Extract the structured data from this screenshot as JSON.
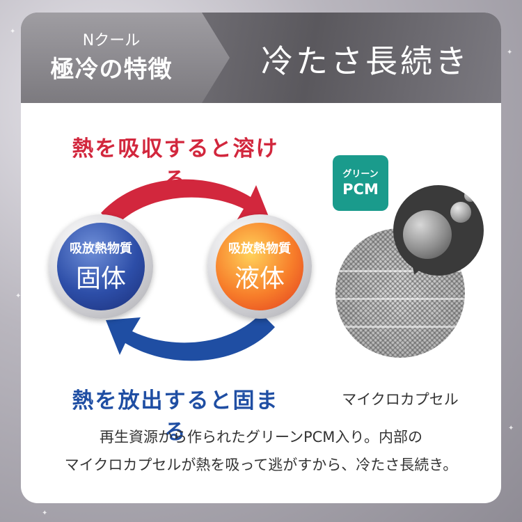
{
  "banner": {
    "subtitle": "Nクール",
    "label": "極冷の特徴",
    "title": "冷たさ長続き"
  },
  "cycle": {
    "top_heading": "熱を吸収すると溶ける",
    "bottom_heading": "熱を放出すると固まる",
    "left_orb": {
      "label": "吸放熱物質",
      "state": "固体"
    },
    "right_orb": {
      "label": "吸放熱物質",
      "state": "液体"
    }
  },
  "pcm": {
    "badge_line1": "グリーン",
    "badge_line2": "PCM",
    "caption": "マイクロカプセル"
  },
  "description": {
    "line1": "再生資源から作られたグリーンPCM入り。内部の",
    "line2": "マイクロカプセルが熱を吸って逃がすから、冷たさ長続き。"
  },
  "colors": {
    "melt_red": "#d2273d",
    "solidify_blue": "#1f4ea3",
    "badge_green": "#1a9b8c"
  }
}
